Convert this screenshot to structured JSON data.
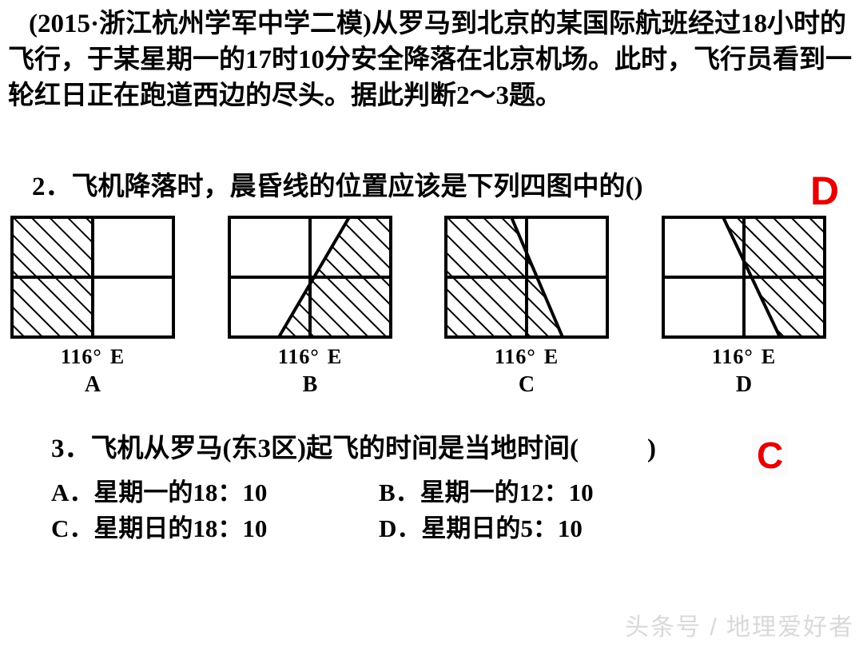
{
  "question_stem": {
    "text": "(2015·浙江杭州学军中学二模)从罗马到北京的某国际航班经过18小时的飞行，于某星期一的17时10分安全降落在北京机场。此时，飞行员看到一轮红日正在跑道西边的尽头。据此判断2～3题。"
  },
  "question2": {
    "number": "2．",
    "text": "飞机降落时，晨昏线的位置应该是下列四图中的(",
    "close_paren": ")",
    "answer": "D",
    "answer_color": "#e60000"
  },
  "figures": [
    {
      "id": "A",
      "letter": "A",
      "longitude": "116°",
      "direction": "E",
      "shading": "left-half-both-quadrants",
      "divider_x_pct": 50,
      "terminator": "vertical"
    },
    {
      "id": "B",
      "letter": "B",
      "longitude": "116°",
      "direction": "E",
      "shading": "right-of-slanted-line",
      "divider_x_pct": 50,
      "terminator": "slant-up-right"
    },
    {
      "id": "C",
      "letter": "C",
      "longitude": "116°",
      "direction": "E",
      "shading": "left-of-slanted-line",
      "divider_x_pct": 50,
      "terminator": "slant-down-right"
    },
    {
      "id": "D",
      "letter": "D",
      "longitude": "116°",
      "direction": "E",
      "shading": "right-of-slanted-line",
      "divider_x_pct": 50,
      "terminator": "slant-down-right"
    }
  ],
  "question3": {
    "number": "3．",
    "text": "飞机从罗马(东3区)起飞的时间是当地时间(",
    "close_paren": ")",
    "answer": "C",
    "answer_color": "#e60000",
    "options": [
      {
        "label": "A．",
        "value": "星期一的18：10"
      },
      {
        "label": "B．",
        "value": "星期一的12：10"
      },
      {
        "label": "C．",
        "value": "星期日的18：10"
      },
      {
        "label": "D．",
        "value": "星期日的5：10"
      }
    ]
  },
  "watermark": {
    "text": "头条号 / 地理爱好者"
  }
}
